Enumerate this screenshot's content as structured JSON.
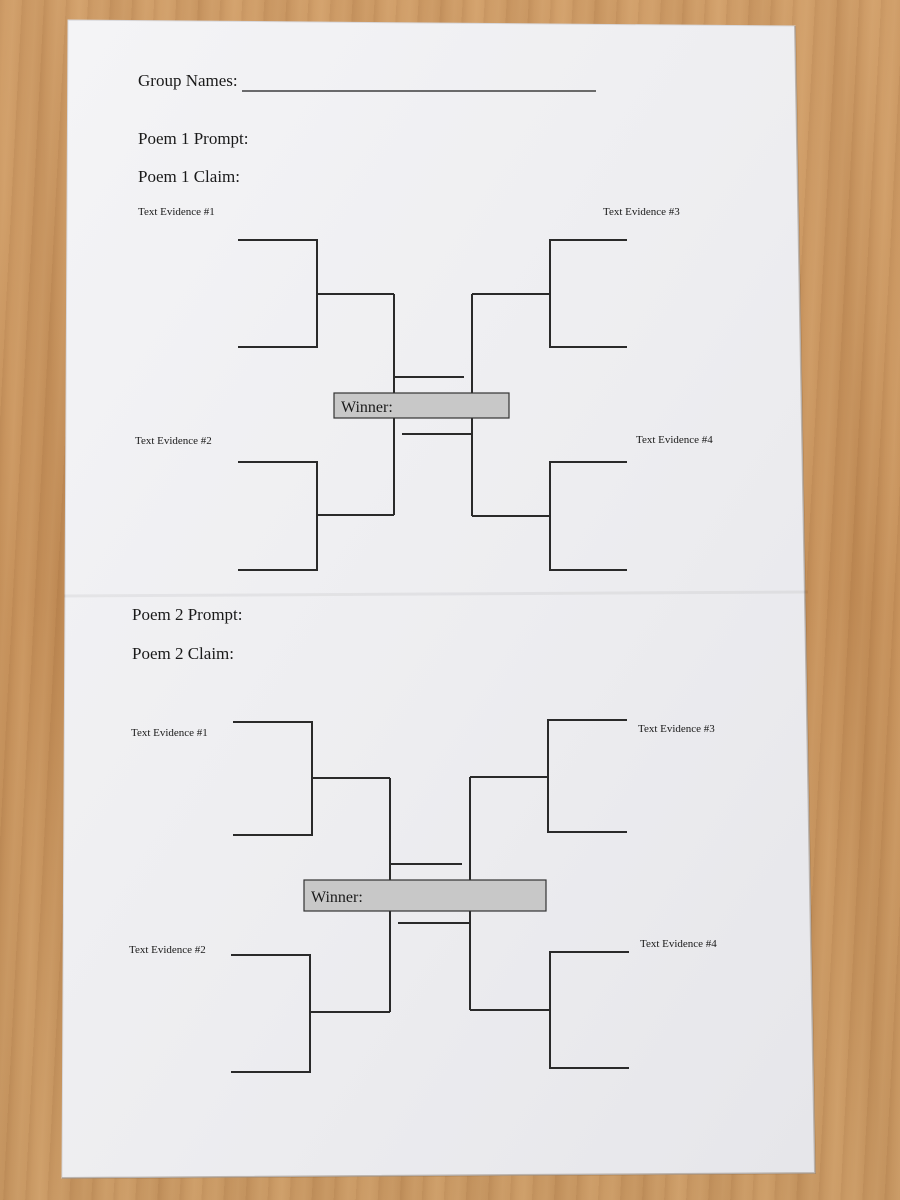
{
  "worksheet": {
    "group_names_label": "Group Names:",
    "poem1": {
      "prompt_label": "Poem 1 Prompt:",
      "claim_label": "Poem 1 Claim:",
      "evidence_1": "Text Evidence #1",
      "evidence_2": "Text Evidence #2",
      "evidence_3": "Text Evidence #3",
      "evidence_4": "Text Evidence #4",
      "winner_label": "Winner:"
    },
    "poem2": {
      "prompt_label": "Poem 2 Prompt:",
      "claim_label": "Poem 2 Claim:",
      "evidence_1": "Text Evidence #1",
      "evidence_2": "Text Evidence #2",
      "evidence_3": "Text Evidence #3",
      "evidence_4": "Text Evidence #4",
      "winner_label": "Winner:"
    }
  },
  "colors": {
    "table_wood": "#c9955e",
    "paper": "#f1f1f3",
    "ink": "#1a1a1a",
    "winner_box": "#c8c8c8"
  }
}
